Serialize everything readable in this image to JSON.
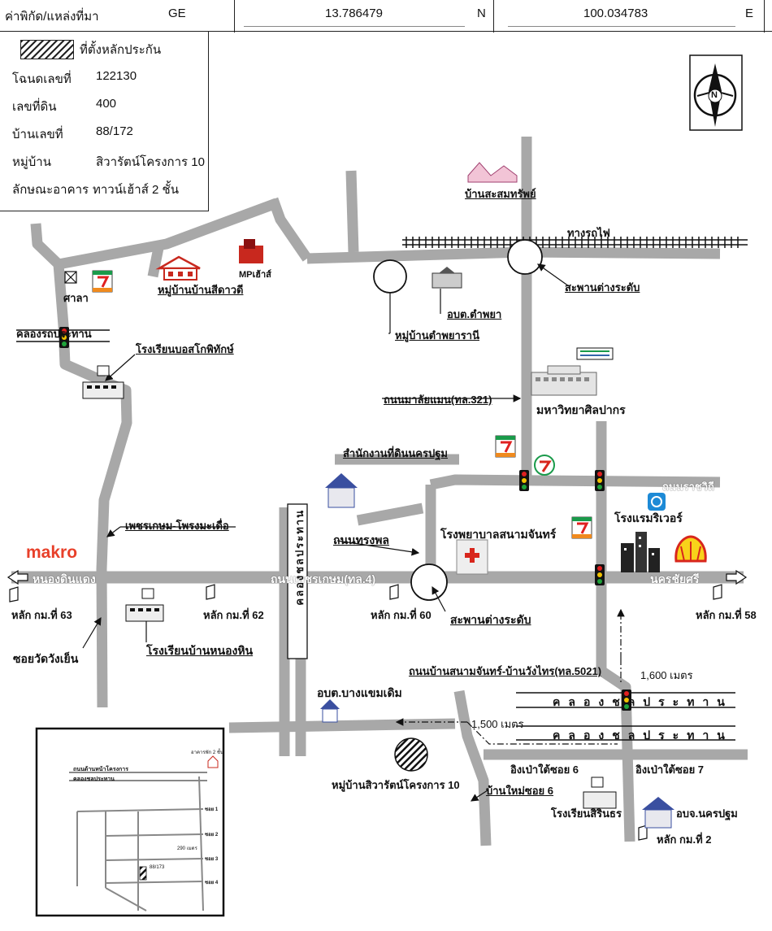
{
  "header": {
    "coord_label": "ค่าพิกัด/แหล่งที่มา",
    "source": "GE",
    "lat": "13.786479",
    "lat_dir": "N",
    "lon": "100.034783",
    "lon_dir": "E"
  },
  "info": {
    "legend_text": "ที่ตั้งหลักประกัน",
    "rows": [
      {
        "label": "โฉนดเลขที่",
        "value": "122130"
      },
      {
        "label": "เลขที่ดิน",
        "value": "400"
      },
      {
        "label": "บ้านเลขที่",
        "value": "88/172"
      },
      {
        "label": "หมู่บ้าน",
        "value": "สิวารัตน์โครงการ 10"
      },
      {
        "label": "ลักษณะอาคาร",
        "value": "ทาวน์เฮ้าส์ 2 ชั้น"
      }
    ]
  },
  "compass": {
    "letter": "N"
  },
  "labels": {
    "railway": "ทางรถไฟ",
    "home_house": "บ้านสะสมทรัพย์",
    "overpass1": "สะพานต่างระดับ",
    "abt_tamphaya": "อบต.ตำพยา",
    "village_tamphaya": "หมู่บ้านตำพยารานี",
    "village_seedaodee": "หมู่บ้านบ้านสีดาวดี",
    "mp_house": "MPเฮ้าส์",
    "sala": "ศาลา",
    "canal_top": "คลองรถประทาน",
    "school_bosco": "โรงเรียนบอสโกพิทักษ์",
    "road_321": "ถนนมาลัยแมน(ทล.321)",
    "university": "มหาวิทยาศิลปากร",
    "land_office": "สำนักงานที่ดินนครปฐม",
    "rajawit": "ถนนราชวิถี",
    "phetkasem_phongma": "เพชรเกษม-โพรงมะเดื่อ",
    "songphon": "ถนนทรงพล",
    "hospital": "โรงพยาบาลสนามจันทร์",
    "hotel": "โรงแรมริเวอร์",
    "makro": "makro",
    "nong_din_daeng": "หนองดินแดง",
    "phetkasem": "ถนนเพชรเกษม(ทล.4)",
    "nakhon_chai_si": "นครชัยศรี",
    "canal_vertical": "คลองชลประทาน",
    "km63": "หลัก กม.ที่ 63",
    "km62": "หลัก กม.ที่ 62",
    "km60": "หลัก กม.ที่ 60",
    "km58": "หลัก กม.ที่ 58",
    "overpass2": "สะพานต่างระดับ",
    "soi_wangyen": "ซอยวัดวังเย็น",
    "school_nonghin": "โรงเรียนบ้านหนองหิน",
    "road_5021": "ถนนบ้านสนามจันทร์-บ้านวังไทร(ทล.5021)",
    "dist_1600": "1,600 เมตร",
    "abt_bangraem": "อบต.บางแขมเดิม",
    "canal_right1": "คลองชลประทาน",
    "canal_right2": "คลองชลประทาน",
    "dist_1500": "1,500 เมตร",
    "village_siwarat": "หมู่บ้านสิวารัตน์โครงการ 10",
    "ingpao6": "อิงเป่าใต้ซอย 6",
    "ingpao7": "อิงเป่าใต้ซอย 7",
    "ban_mai6": "บ้านใหม่ซอย 6",
    "school_siwinthon": "โรงเรียนสิรินธร",
    "abj_nakhonpathom": "อบจ.นครปฐม",
    "km2": "หลัก กม.ที่ 2"
  },
  "inset": {
    "road_top": "ถนนด้านหน้าโครงการ",
    "canal": "คลองชลประทาน",
    "house_label": "อาคารพัก 2 ชั้น",
    "soi1": "ซอย 1",
    "soi2": "ซอย 2",
    "soi3": "ซอย 3",
    "soi4": "ซอย 4",
    "dist": "290 เมตร",
    "house_no": "88/173"
  },
  "colors": {
    "road": "#a8a8a8",
    "traffic_red": "#e02020",
    "traffic_yellow": "#f2c200",
    "traffic_green": "#1fa33a",
    "makro": "#e8402a",
    "seven_green": "#1a9a4a",
    "seven_orange": "#f08a1e",
    "shell_red": "#d8261c",
    "shell_yellow": "#f8d21a"
  }
}
